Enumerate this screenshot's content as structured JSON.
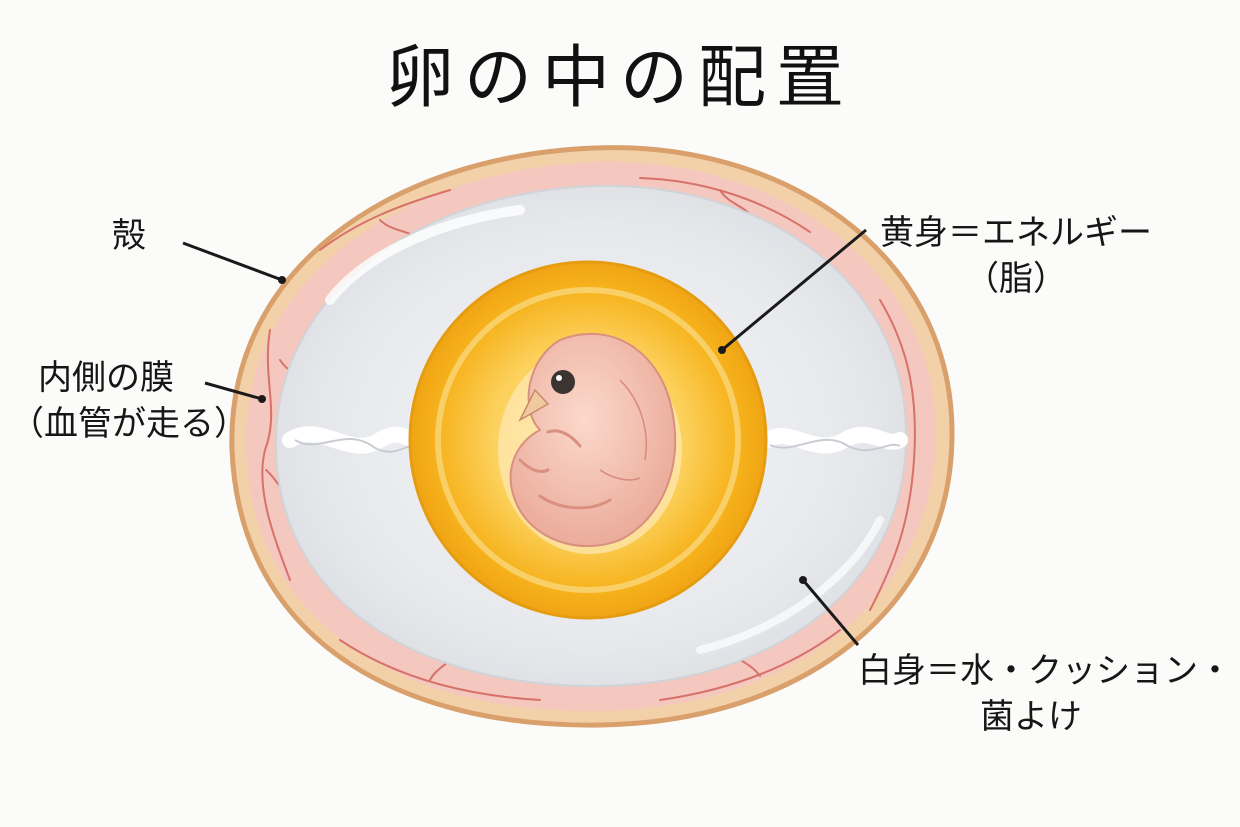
{
  "title": "卵の中の配置",
  "labels": {
    "shell": "殻",
    "membrane": "内側の膜",
    "membrane_note": "（血管が走る）",
    "yolk": "黄身＝エネルギー",
    "yolk_note": "（脂）",
    "white": "白身＝水・クッション・",
    "white_note": "菌よけ"
  },
  "colors": {
    "shell": "#e9b98a",
    "membrane": "#f2c4bc",
    "vessels": "#d9706b",
    "albumen": "#e9ebee",
    "yolk": "#f7b81e",
    "embryo": "#f3bfae"
  },
  "icons": {
    "embryo": "chick-embryo-icon",
    "chalaza": "twisted-cord-icon"
  }
}
